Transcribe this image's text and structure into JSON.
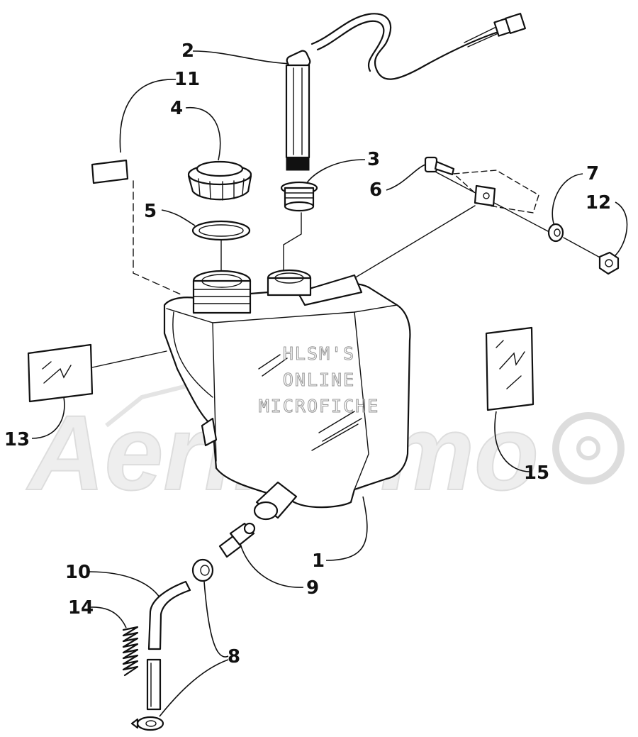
{
  "diagram": {
    "callouts": [
      "1",
      "2",
      "3",
      "4",
      "5",
      "6",
      "7",
      "8",
      "9",
      "10",
      "11",
      "12",
      "13",
      "14",
      "15"
    ],
    "watermark": {
      "text_lines": [
        "HLSM'S",
        "ONLINE",
        "MICROFICHE"
      ],
      "logo_text": "AeriMemo"
    }
  }
}
